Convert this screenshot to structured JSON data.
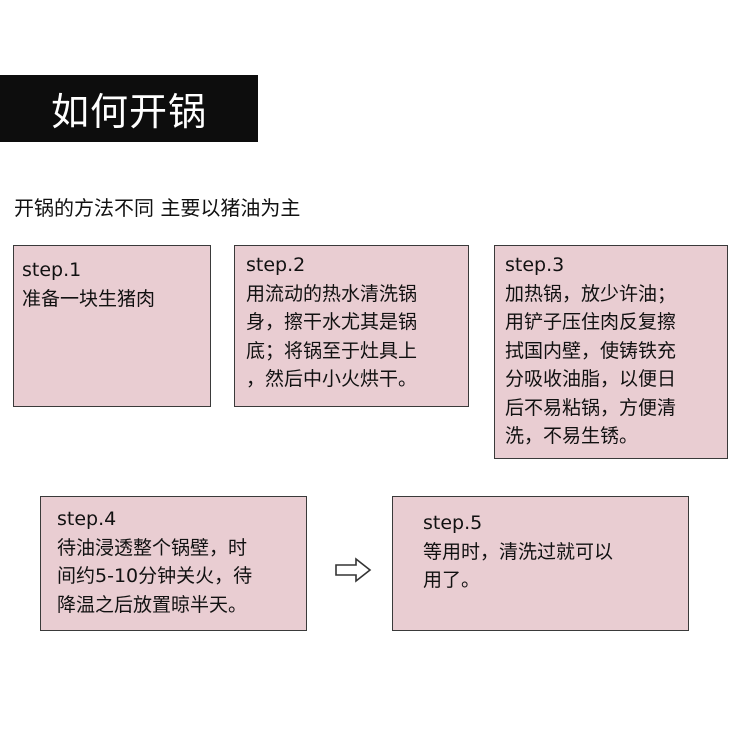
{
  "header": {
    "title": "如何开锅"
  },
  "intro": {
    "text": "开锅的方法不同  主要以猪油为主"
  },
  "steps": [
    {
      "label": "step.1",
      "text": "准备一块生猪肉"
    },
    {
      "label": "step.2",
      "text": "用流动的热水清洗锅\n身，擦干水尤其是锅\n底；将锅至于灶具上\n，然后中小火烘干。"
    },
    {
      "label": "step.3",
      "text": "加热锅，放少许油；\n用铲子压住肉反复擦\n拭国内壁，使铸铁充\n分吸收油脂，以便日\n后不易粘锅，方便清\n洗，不易生锈。"
    },
    {
      "label": "step.4",
      "text": "待油浸透整个锅壁，时\n间约5-10分钟关火，待\n降温之后放置晾半天。"
    },
    {
      "label": "step.5",
      "text": "等用时，清洗过就可以\n用了。"
    }
  ],
  "icons": {
    "next_step": "right-arrow-icon"
  },
  "colors": {
    "title_bg": "#0d0d0d",
    "title_fg": "#ffffff",
    "box_bg": "#e9cdd2",
    "box_border": "#3a3a3a"
  }
}
